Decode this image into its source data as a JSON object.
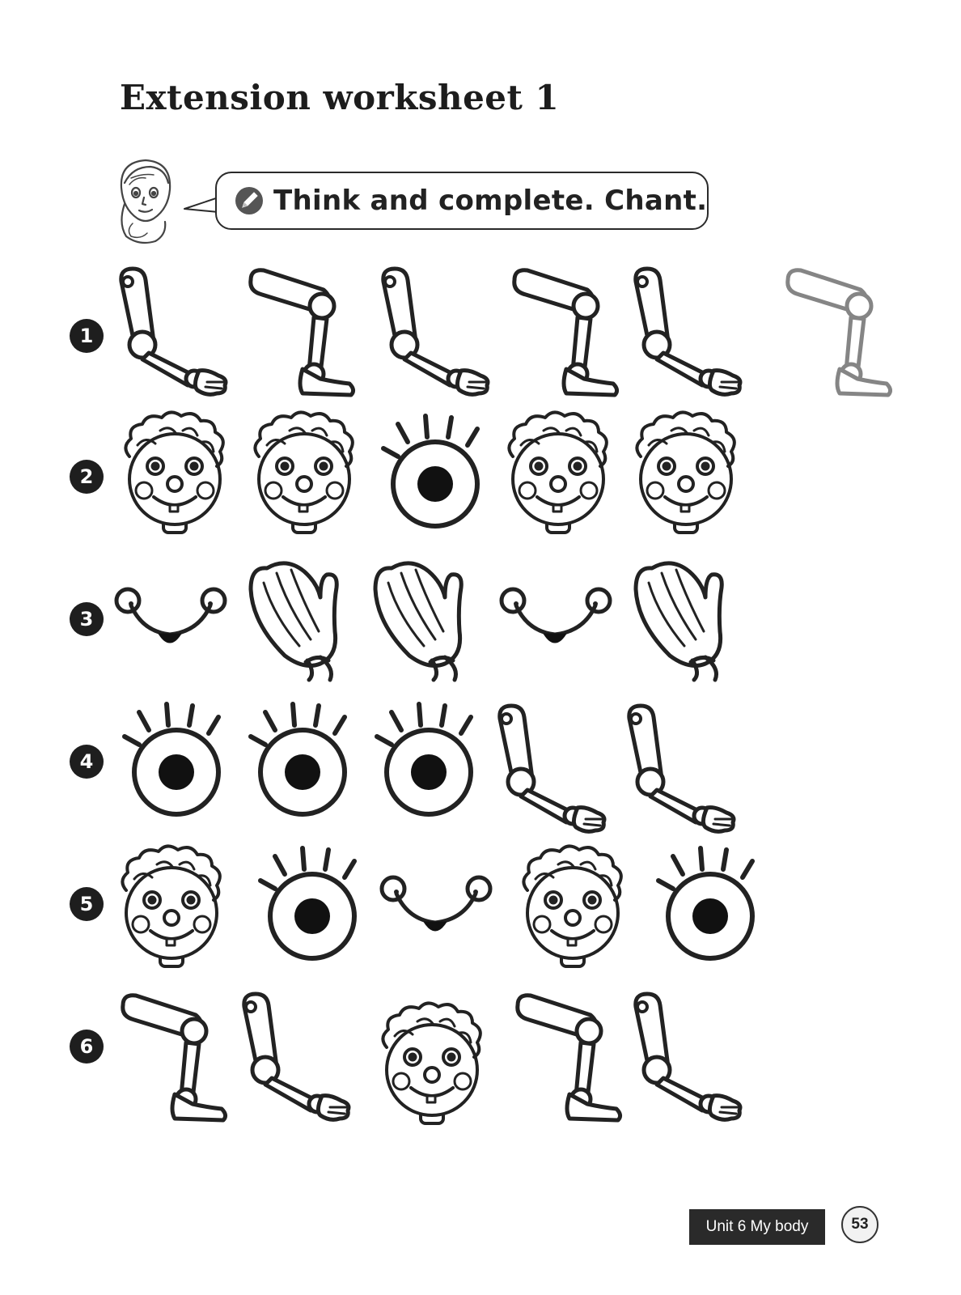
{
  "worksheet": {
    "title": "Extension worksheet 1",
    "instruction": "Think and complete. Chant."
  },
  "rows": [
    {
      "number": "1",
      "items": [
        "arm",
        "leg",
        "arm",
        "leg",
        "arm",
        "leg"
      ],
      "traced_answer_index": 5
    },
    {
      "number": "2",
      "items": [
        "face",
        "face",
        "eye",
        "face",
        "face"
      ]
    },
    {
      "number": "3",
      "items": [
        "nose",
        "hand",
        "hand",
        "nose",
        "hand"
      ]
    },
    {
      "number": "4",
      "items": [
        "eye",
        "eye",
        "eye",
        "arm",
        "arm"
      ]
    },
    {
      "number": "5",
      "items": [
        "face",
        "eye",
        "nose",
        "face",
        "eye"
      ]
    },
    {
      "number": "6",
      "items": [
        "leg",
        "arm",
        "face",
        "leg",
        "arm"
      ]
    }
  ],
  "footer": {
    "unit_label": "Unit 6  My body",
    "page_number": "53"
  }
}
